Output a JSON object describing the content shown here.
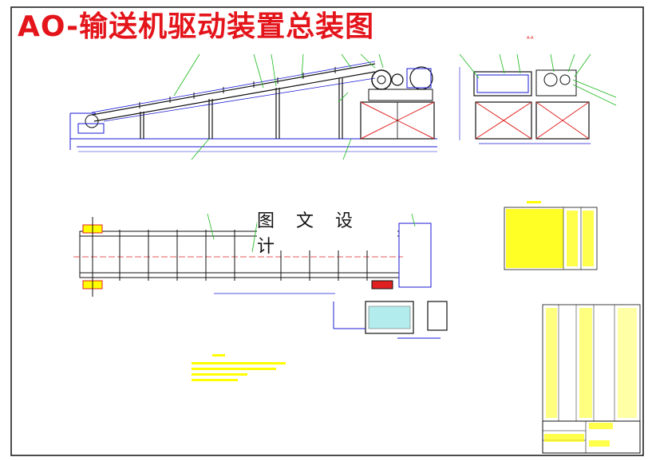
{
  "title": "AO-输送机驱动装置总装图",
  "watermark": "图 文 设 计",
  "section_label": "A-A",
  "colors": {
    "title": "#e4141b",
    "line_blue": "#1a1ad6",
    "line_red": "#e02020",
    "line_green": "#18b818",
    "line_black": "#111111",
    "highlight_yellow": "#ffff00",
    "fill_cyan": "#7fe0e0"
  }
}
